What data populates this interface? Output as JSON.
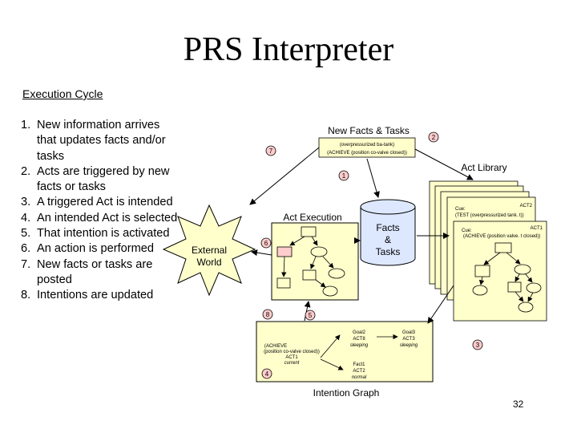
{
  "title": "PRS Interpreter",
  "subtitle": "Execution Cycle",
  "steps": [
    {
      "num": "1.",
      "text": "New information arrives that updates facts and/or tasks"
    },
    {
      "num": "2.",
      "text": "Acts are triggered by new facts or tasks"
    },
    {
      "num": "3.",
      "text": "A triggered Act is intended"
    },
    {
      "num": "4.",
      "text": "An intended Act is selected"
    },
    {
      "num": "5.",
      "text": "That intention is activated"
    },
    {
      "num": "6.",
      "text": "An action is performed"
    },
    {
      "num": "7.",
      "text": "New facts or tasks are posted"
    },
    {
      "num": "8.",
      "text": "Intentions are updated"
    }
  ],
  "diagram": {
    "external_world": [
      "External",
      "World"
    ],
    "new_facts_tasks": "New Facts & Tasks",
    "incoming_fact": "(overpressurized ba-tank)",
    "incoming_goal": "(ACHIEVE (position co-valve closed))",
    "act_library": "Act Library",
    "act_execution": "Act Execution",
    "facts_tasks": [
      "Facts",
      "&",
      "Tasks"
    ],
    "intention_graph": "Intention Graph",
    "act2_name": "ACT2",
    "act2_cue_label": "Cue:",
    "act2_cue": "(TEST (overpressurized tank. t))",
    "act1_name": "ACT1",
    "act1_cue_label": "Cue:",
    "act1_cue": "(ACHIEVE (position valve. t closed))",
    "current": [
      "(ACHIEVE",
      "(position co-valve closed))",
      "ACT1",
      "current"
    ],
    "goal2": [
      "Goal2",
      "ACT8",
      "sleeping"
    ],
    "goal3": [
      "Goal3",
      "ACT3",
      "sleeping"
    ],
    "fact1": [
      "Fact1",
      "ACT2",
      "normal"
    ],
    "step_markers": [
      "1",
      "2",
      "3",
      "4",
      "5",
      "6",
      "7",
      "8"
    ]
  },
  "slide_number": "32",
  "colors": {
    "box_fill": "#ffffcc",
    "marker_fill": "#ffcccc",
    "cylinder_fill": "#dde8ff",
    "node_fill": "#ffffcc"
  }
}
